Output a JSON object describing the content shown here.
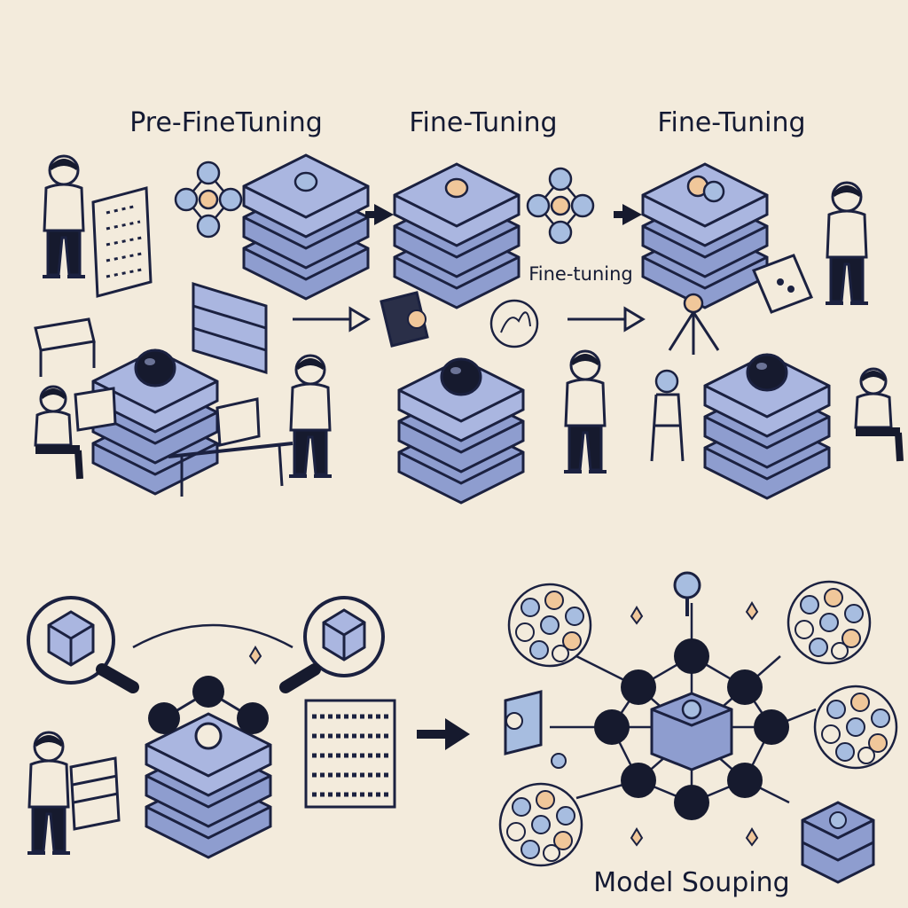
{
  "labels": {
    "stage_1": "Pre-FineTuning",
    "stage_2": "Fine-Tuning",
    "stage_3": "Fine-Tuning",
    "mid_caption": "Fine-tuning",
    "result": "Model Souping"
  },
  "colors": {
    "background": "#f3ebdc",
    "outline": "#1b2140",
    "layer_fill": "#8e9dcf",
    "layer_top": "#aab6e0",
    "node_dark": "#161a2e",
    "node_blue": "#a7bde0",
    "node_peach": "#f0c79a"
  },
  "icons": [
    "person-icon",
    "laptop-icon",
    "magnifier-icon",
    "server-icon",
    "arrow-icon",
    "network-icon"
  ]
}
